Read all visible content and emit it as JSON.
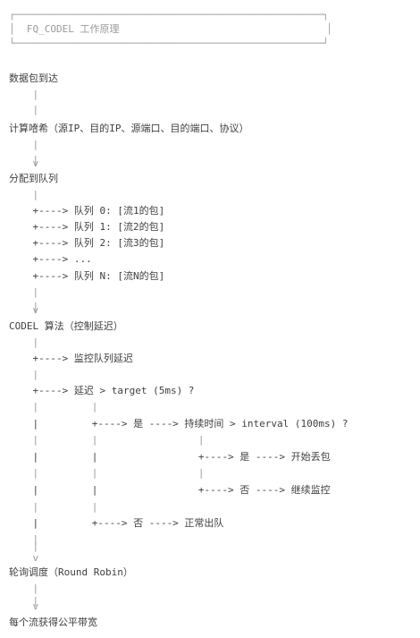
{
  "lines": [
    "┌────────────────────────────────────────────────────┐",
    "│  FQ_CODEL 工作原理                                   │",
    "└────────────────────────────────────────────────────┘",
    "",
    "数据包到达",
    "    |",
    "    |",
    "    v",
    "计算哈希（源IP、目的IP、源端口、目的端口、协议）",
    "    |",
    "    |",
    "    v",
    "分配到队列",
    "    |",
    "    +----> 队列 0: [流1的包]",
    "    +----> 队列 1: [流2的包]",
    "    +----> 队列 2: [流3的包]",
    "    +----> ...",
    "    +----> 队列 N: [流N的包]",
    "    |",
    "    |",
    "    v",
    "CODEL 算法（控制延迟）",
    "    |",
    "    +----> 监控队列延迟",
    "    |",
    "    +----> 延迟 > target (5ms) ?",
    "    |         |",
    "    |         +----> 是 ----> 持续时间 > interval (100ms) ?",
    "    |         |                 |",
    "    |         |                 +----> 是 ----> 开始丢包",
    "    |         |                 |",
    "    |         |                 +----> 否 ----> 继续监控",
    "    |         |",
    "    |         +----> 否 ----> 正常出队",
    "    |",
    "    |",
    "    v",
    "轮询调度（Round Robin）",
    "    |",
    "    |",
    "    v",
    "每个流获得公平带宽"
  ]
}
